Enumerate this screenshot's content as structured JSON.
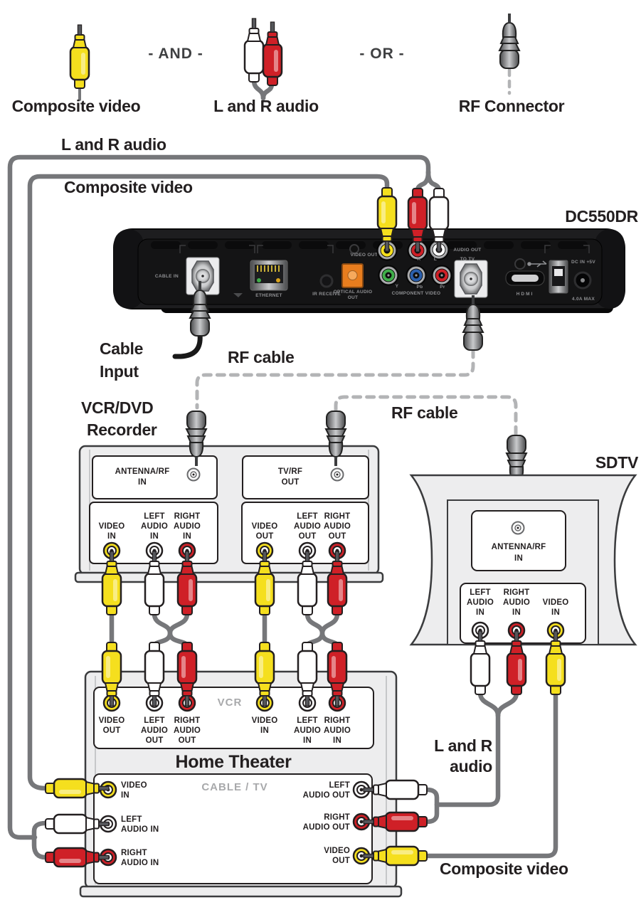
{
  "colors": {
    "yellow": "#f5df1e",
    "red": "#cf2027",
    "white": "#ffffff",
    "green": "#3fae49",
    "blue": "#2b5fac",
    "cable_gray": "#76777a",
    "rf_dash_gray": "#b3b4b6",
    "device_gray": "#ededee",
    "device_black": "#1d1d1f"
  },
  "legend": {
    "and": "- AND -",
    "or": "- OR -",
    "items": [
      {
        "label": "Composite video"
      },
      {
        "label": "L and R audio"
      },
      {
        "label": "RF Connector"
      }
    ]
  },
  "labels": {
    "top_audio": "L and R audio",
    "top_video": "Composite video",
    "cable_input": [
      "Cable",
      "Input"
    ],
    "rf_cable_left": "RF cable",
    "rf_cable_right": "RF cable",
    "bottom_audio": [
      "L and R",
      "audio"
    ],
    "bottom_video": "Composite video"
  },
  "dc550dr": {
    "title": "DC550DR",
    "cable_in": "CABLE IN",
    "ethernet": "ETHERNET",
    "ir": "IR RECEIVE",
    "optical": [
      "OPTICAL AUDIO",
      "OUT"
    ],
    "video_out": "VIDEO OUT",
    "r": "R",
    "l": "L",
    "component": [
      "Y",
      "Pb",
      "Pr"
    ],
    "component_label": "COMPONENT VIDEO",
    "audio_out": [
      "AUDIO OUT",
      "TO TV"
    ],
    "hdmi": "HDMI",
    "dc_in": "DC IN +5V",
    "amps": "4.0A MAX"
  },
  "vcr": {
    "title": [
      "VCR/DVD",
      "Recorder"
    ],
    "antenna_in": [
      "ANTENNA/RF",
      "IN"
    ],
    "tv_rf_out": [
      "TV/RF",
      "OUT"
    ],
    "av_in": [
      [
        "VIDEO",
        "IN"
      ],
      [
        "LEFT",
        "AUDIO",
        "IN"
      ],
      [
        "RIGHT",
        "AUDIO",
        "IN"
      ]
    ],
    "av_out": [
      [
        "VIDEO",
        "OUT"
      ],
      [
        "LEFT",
        "AUDIO",
        "OUT"
      ],
      [
        "RIGHT",
        "AUDIO",
        "OUT"
      ]
    ]
  },
  "sdtv": {
    "title": "SDTV",
    "antenna_in": [
      "ANTENNA/RF",
      "IN"
    ],
    "av_in": [
      [
        "LEFT",
        "AUDIO",
        "IN"
      ],
      [
        "RIGHT",
        "AUDIO",
        "IN"
      ],
      [
        "VIDEO",
        "IN"
      ]
    ]
  },
  "home_theater": {
    "title": "Home Theater",
    "vcr_section": "VCR",
    "cable_tv_section": "CABLE / TV",
    "vcr_out": [
      [
        "VIDEO",
        "OUT"
      ],
      [
        "LEFT",
        "AUDIO",
        "OUT"
      ],
      [
        "RIGHT",
        "AUDIO",
        "OUT"
      ]
    ],
    "vcr_in": [
      [
        "VIDEO",
        "IN"
      ],
      [
        "LEFT",
        "AUDIO",
        "IN"
      ],
      [
        "RIGHT",
        "AUDIO",
        "IN"
      ]
    ],
    "ct_in": [
      [
        "VIDEO",
        "IN"
      ],
      [
        "LEFT",
        "AUDIO IN"
      ],
      [
        "RIGHT",
        "AUDIO IN"
      ]
    ],
    "ct_out": [
      [
        "LEFT",
        "AUDIO OUT"
      ],
      [
        "RIGHT",
        "AUDIO OUT"
      ],
      [
        "VIDEO",
        "OUT"
      ]
    ]
  }
}
